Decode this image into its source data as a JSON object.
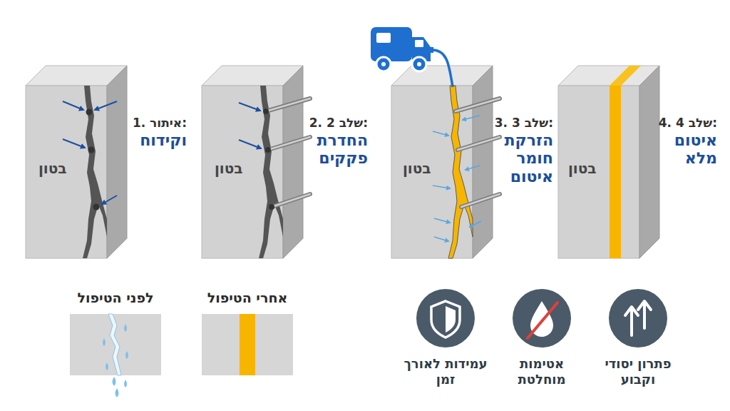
{
  "diagram": {
    "nodes": [
      {
        "text": [
          "בטון"
        ]
      },
      {
        "text": [
          "בטון"
        ]
      },
      {
        "text": [
          "בטון"
        ]
      },
      {
        "text": [
          "בטון"
        ]
      },
      {
        "text": [
          "לפני הטיפול"
        ]
      },
      {
        "text": [
          "אחרי הטיפול"
        ]
      },
      {
        "text": [
          "פתרון יסודי וקבוע"
        ]
      },
      {
        "text": [
          "אטימות מוחלטת"
        ]
      },
      {
        "text": [
          "עמידות לאורך זמן"
        ]
      }
    ],
    "labels": [
      "1. איתור:",
      "וקידוח",
      "2. שלב 2:",
      "החדרת פקקים",
      "3. שלב 3:",
      "הזרקת חומר איטום",
      "4. שלב 4:",
      "איטום מלא"
    ]
  }
}
